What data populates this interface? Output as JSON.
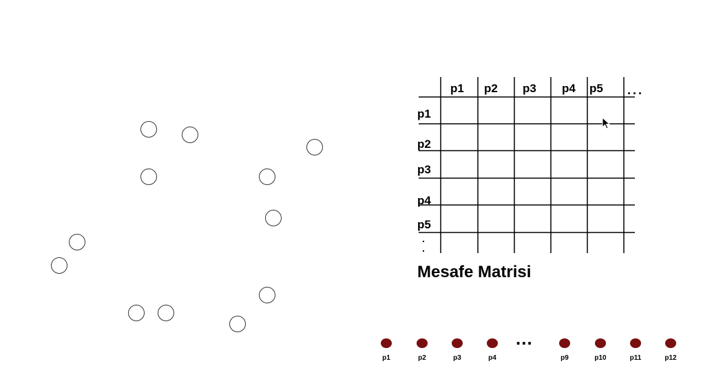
{
  "matrix": {
    "col_headers": [
      "p1",
      "p2",
      "p3",
      "p4",
      "p5"
    ],
    "col_ellipsis": "...",
    "row_headers": [
      "p1",
      "p2",
      "p3",
      "p4",
      "p5"
    ],
    "row_ellipsis": ".\n.",
    "title": "Mesafe Matrisi"
  },
  "points_row": {
    "left_labels": [
      "p1",
      "p2",
      "p3",
      "p4"
    ],
    "ellipsis": "...",
    "right_labels": [
      "p9",
      "p10",
      "p11",
      "p12"
    ]
  },
  "colors": {
    "dot": "#7a0f0f",
    "circle_stroke": "#333333",
    "grid": "#000000"
  }
}
